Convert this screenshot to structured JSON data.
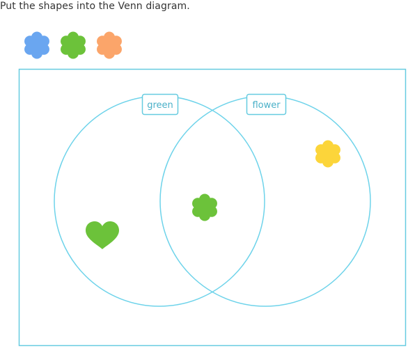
{
  "instructions": "Put the shapes into the Venn diagram.",
  "colors": {
    "frame": "#66cbe0",
    "circle": "#6ed3ea",
    "label_text": "#4ab0c8",
    "blue_flower": "#6aa6f0",
    "green": "#6cc23a",
    "orange_flower": "#fba56a",
    "yellow_flower": "#fcd53a"
  },
  "venn": {
    "left_label": "green",
    "right_label": "flower"
  },
  "tray": [
    {
      "shape": "flower-icon",
      "color": "blue"
    },
    {
      "shape": "flower-icon",
      "color": "green"
    },
    {
      "shape": "flower-icon",
      "color": "orange"
    }
  ],
  "placed": [
    {
      "shape": "heart-icon",
      "color": "green",
      "region": "green only"
    },
    {
      "shape": "flower-icon",
      "color": "green",
      "region": "both"
    },
    {
      "shape": "flower-icon",
      "color": "yellow",
      "region": "flower only"
    }
  ]
}
